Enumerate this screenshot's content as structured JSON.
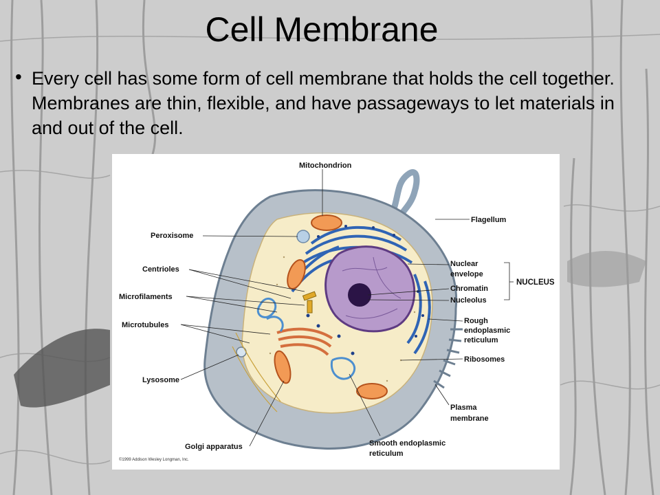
{
  "slide": {
    "title": "Cell Membrane",
    "bullet": "Every cell has some form of cell membrane that holds the cell together. Membranes are thin, flexible, and have passageways to let materials in and out of the cell."
  },
  "figure": {
    "labels": {
      "mitochondrion": "Mitochondrion",
      "flagellum": "Flagellum",
      "peroxisome": "Peroxisome",
      "centrioles": "Centrioles",
      "microfilaments": "Microfilaments",
      "microtubules": "Microtubules",
      "lysosome": "Lysosome",
      "golgi": "Golgi apparatus",
      "nuclear_envelope_1": "Nuclear",
      "nuclear_envelope_2": "envelope",
      "chromatin": "Chromatin",
      "nucleolus": "Nucleolus",
      "nucleus_group": "NUCLEUS",
      "rough_er_1": "Rough",
      "rough_er_2": "endoplasmic",
      "rough_er_3": "reticulum",
      "ribosomes": "Ribosomes",
      "plasma_1": "Plasma",
      "plasma_2": "membrane",
      "smooth_er_1": "Smooth endoplasmic",
      "smooth_er_2": "reticulum"
    },
    "copyright": "©1999 Addison Wesley Longman, Inc."
  }
}
